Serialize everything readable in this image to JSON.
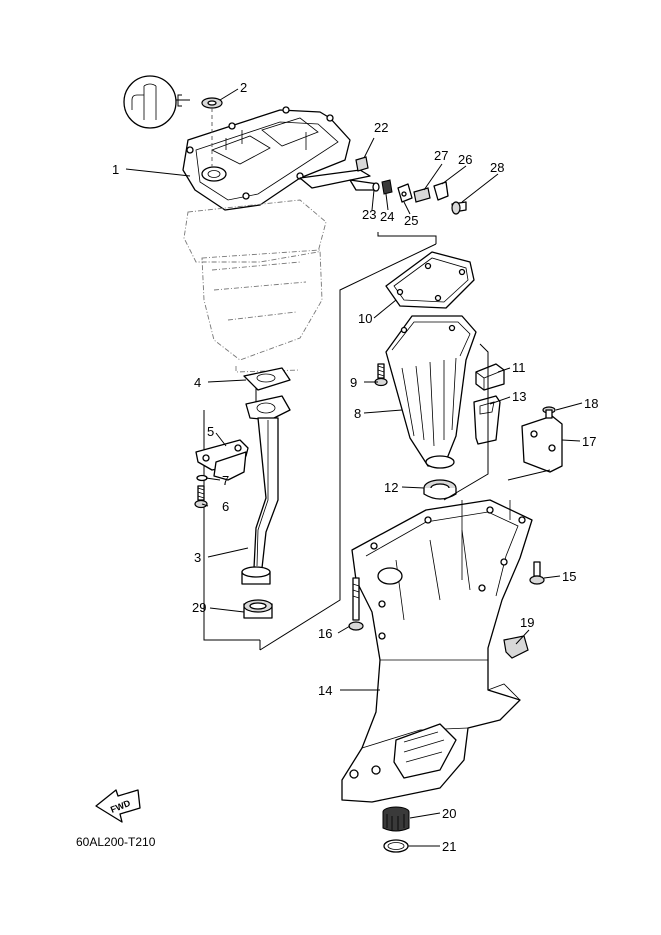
{
  "diagram_code": "60AL200-T210",
  "fwd_label": "FWD",
  "callouts": [
    {
      "id": 1,
      "label": "1"
    },
    {
      "id": 2,
      "label": "2"
    },
    {
      "id": 3,
      "label": "3"
    },
    {
      "id": 4,
      "label": "4"
    },
    {
      "id": 5,
      "label": "5"
    },
    {
      "id": 6,
      "label": "6"
    },
    {
      "id": 7,
      "label": "7"
    },
    {
      "id": 8,
      "label": "8"
    },
    {
      "id": 9,
      "label": "9"
    },
    {
      "id": 10,
      "label": "10"
    },
    {
      "id": 11,
      "label": "11"
    },
    {
      "id": 12,
      "label": "12"
    },
    {
      "id": 13,
      "label": "13"
    },
    {
      "id": 14,
      "label": "14"
    },
    {
      "id": 15,
      "label": "15"
    },
    {
      "id": 16,
      "label": "16"
    },
    {
      "id": 17,
      "label": "17"
    },
    {
      "id": 18,
      "label": "18"
    },
    {
      "id": 19,
      "label": "19"
    },
    {
      "id": 20,
      "label": "20"
    },
    {
      "id": 21,
      "label": "21"
    },
    {
      "id": 22,
      "label": "22"
    },
    {
      "id": 23,
      "label": "23"
    },
    {
      "id": 24,
      "label": "24"
    },
    {
      "id": 25,
      "label": "25"
    },
    {
      "id": 26,
      "label": "26"
    },
    {
      "id": 27,
      "label": "27"
    },
    {
      "id": 28,
      "label": "28"
    },
    {
      "id": 29,
      "label": "29"
    }
  ]
}
